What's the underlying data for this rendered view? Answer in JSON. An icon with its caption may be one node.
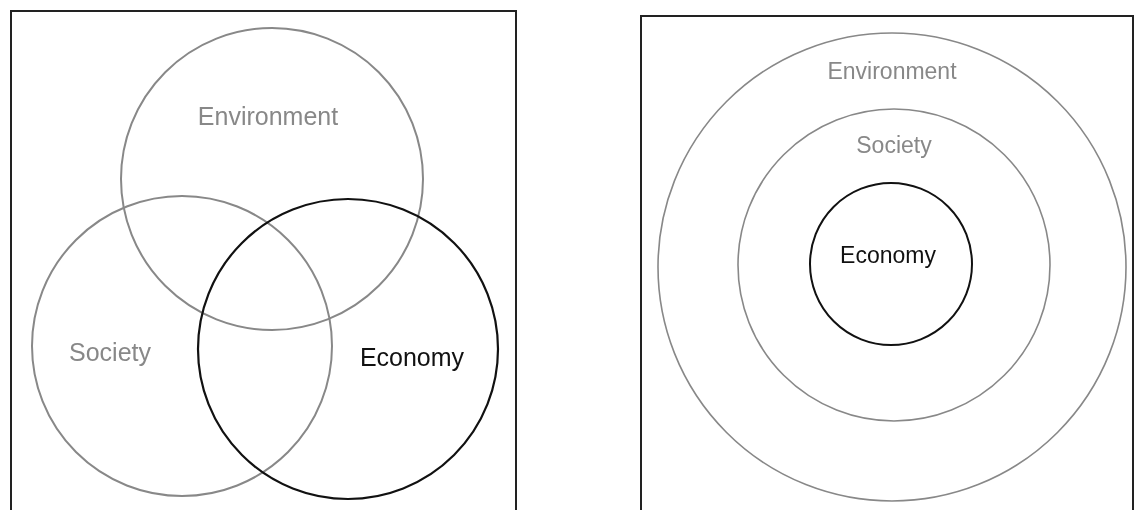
{
  "diagram": {
    "nodes": [
      {
        "text": [],
        "shape": "box"
      },
      {
        "text": [
          "Environment"
        ],
        "in": 0
      },
      {
        "text": [
          "Society"
        ],
        "in": 0
      },
      {
        "text": [
          "Economy"
        ],
        "in": 0
      },
      {
        "text": [],
        "shape": "box"
      },
      {
        "text": [
          "Environment"
        ],
        "in": 4
      },
      {
        "text": [
          "Society"
        ],
        "in": 5
      },
      {
        "text": [
          "Economy"
        ],
        "in": 6
      }
    ]
  }
}
